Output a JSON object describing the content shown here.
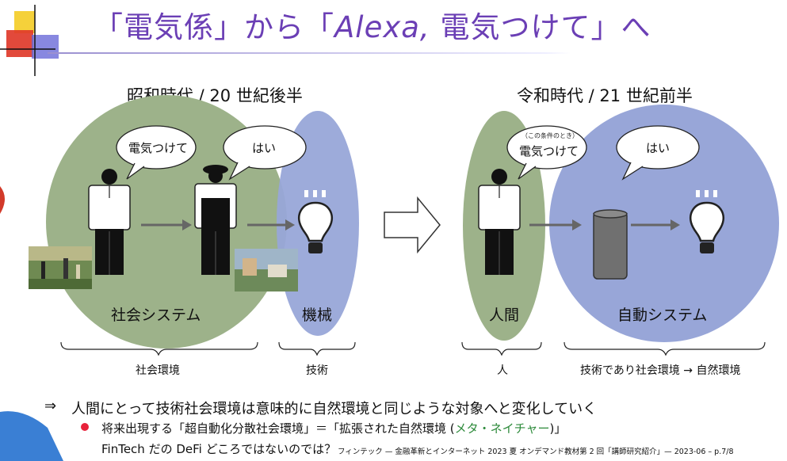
{
  "slide": {
    "title": {
      "part1": "「電気係」から「",
      "italic": "Alexa,",
      "part2": " 電気つけて」へ"
    },
    "left_era": "昭和時代 / 20 世紀後半",
    "right_era": "令和時代 / 21 世紀前半",
    "bubbles": {
      "left_person": "電気つけて",
      "left_worker": "はい",
      "right_condition": "（この条件のとき）",
      "right_person": "電気つけて",
      "right_device": "はい"
    },
    "region_labels": {
      "social_system": "社会システム",
      "machine": "機械",
      "human": "人間",
      "auto_system": "自動システム"
    },
    "brace_labels": {
      "social_env": "社会環境",
      "tech": "技術",
      "person": "人",
      "tech_env": "技術であり社会環境 → 自然環境"
    },
    "conclusion": {
      "arrow": "⇒",
      "text": "人間にとって技術社会環境は意味的に自然環境と同じような対象へと変化していく"
    },
    "bullet": {
      "prefix": "将来出現する「超自動化分散社会環境」＝「拡張された自然環境 (",
      "highlight": "メタ・ネイチャー",
      "suffix": ")」"
    },
    "last_line": "FinTech だの DeFi どころではないのでは？",
    "footer": "フィンテック — 金融革新とインターネット 2023 夏 オンデマンド教材第 2 回「講師研究紹介」— 2023-06 – p.7/8",
    "colors": {
      "title": "#6b3fb5",
      "green_region": "#9db28a",
      "blue_region": "#98a6d8",
      "highlight": "#2c8a3a",
      "bullet": "#e8223a"
    }
  }
}
